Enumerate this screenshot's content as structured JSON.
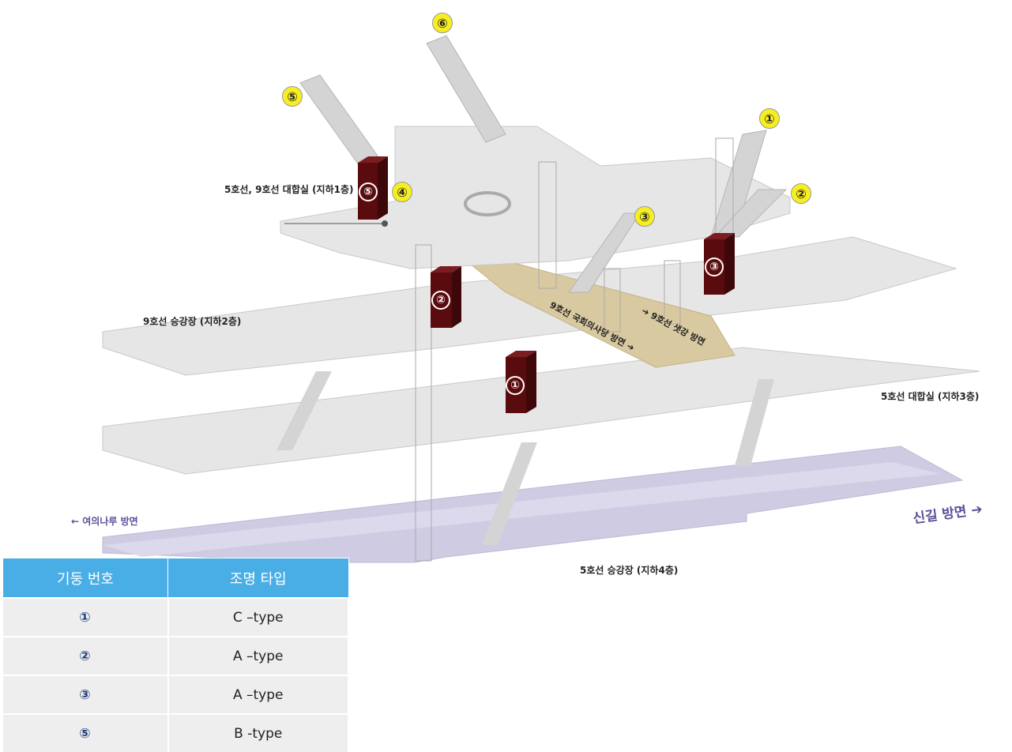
{
  "floors": {
    "b1": "5호선, 9호선 대합실 (지하1층)",
    "b2": "9호선 승강장 (지하2층)",
    "b3": "5호선 대합실 (지하3층)",
    "b4": "5호선 승강장 (지하4층)"
  },
  "directions": {
    "left": "← 여의나루 방면",
    "right": "신길 방면 ➔",
    "line9_west": "9호선 국회의사당 방면 ➔",
    "line9_east": "➔ 9호선 샛강 방면"
  },
  "exits": [
    "①",
    "②",
    "③",
    "④",
    "⑤",
    "⑥"
  ],
  "columns": [
    "①",
    "②",
    "③",
    "⑤"
  ],
  "colors": {
    "column": "#5a0b0e",
    "platform9": "#d9c9a0",
    "platform5": "#cfcbe3",
    "floor": "#e6e6e6",
    "header": "#4aaee6"
  },
  "legend": {
    "header": [
      "기둥 번호",
      "조명 타입"
    ],
    "rows": [
      {
        "num": "①",
        "type": "C –type"
      },
      {
        "num": "②",
        "type": "A –type"
      },
      {
        "num": "③",
        "type": "A –type"
      },
      {
        "num": "⑤",
        "type": "B -type"
      }
    ]
  }
}
